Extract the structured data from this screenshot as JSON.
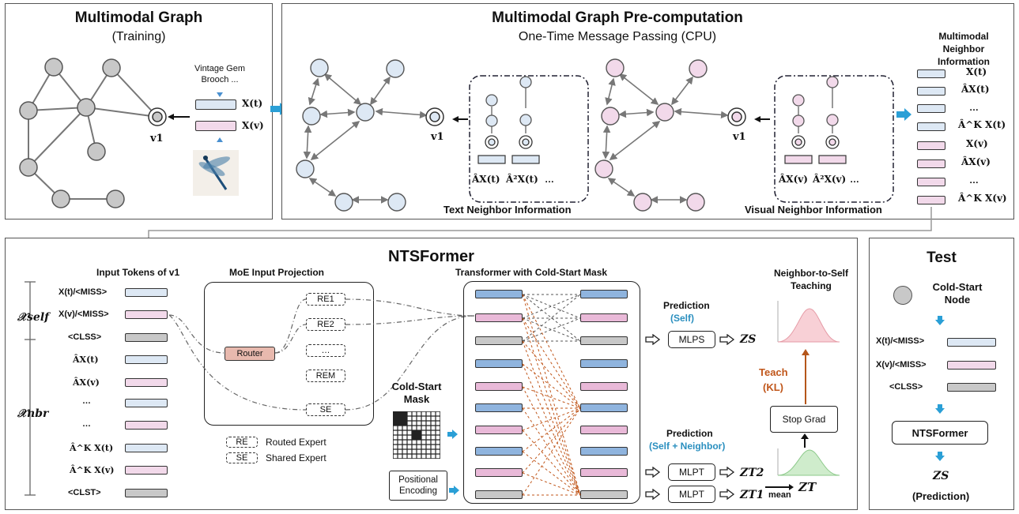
{
  "panel1": {
    "title": "Multimodal Graph",
    "subtitle": "(Training)",
    "text_snippet": "Vintage Gem Brooch ...",
    "node_label": "v1",
    "feat_text": "X(t)",
    "feat_visual": "X(v)",
    "image_icon": "dragonfly-image"
  },
  "panel2": {
    "title": "Multimodal Graph Pre-computation",
    "subtitle": "One-Time Message Passing (CPU)",
    "text_neighbor_label": "Text Neighbor Information",
    "visual_neighbor_label": "Visual Neighbor Information",
    "node_label_text": "v1",
    "node_label_visual": "v1",
    "text_feats": [
      "ÂX(t)",
      "Â²X(t)",
      "…"
    ],
    "visual_feats": [
      "ÂX(v)",
      "Â²X(v)",
      "…"
    ],
    "neighbor_info_title": "Multimodal Neighbor Information",
    "neighbor_list": [
      "X(t)",
      "ÂX(t)",
      "…",
      "Â^K X(t)",
      "X(v)",
      "ÂX(v)",
      "…",
      "Â^K X(v)"
    ]
  },
  "ntsformer": {
    "title": "NTSFormer",
    "input_tokens_title": "Input Tokens of v1",
    "x_self": "𝒳self",
    "x_nbr": "𝒳nbr",
    "tokens": [
      "X(t)/<MISS>",
      "X(v)/<MISS>",
      "<CLSS>",
      "ÂX(t)",
      "ÂX(v)",
      "…",
      "…",
      "Â^K X(t)",
      "Â^K X(v)",
      "<CLST>"
    ],
    "moe_title": "MoE Input Projection",
    "router": "Router",
    "experts": [
      "RE1",
      "RE2",
      "…",
      "REM",
      "SE"
    ],
    "legend_re_box": "RE",
    "legend_se_box": "SE",
    "legend_re": "Routed Expert",
    "legend_se": "Shared Expert",
    "transformer_title": "Transformer with Cold-Start Mask",
    "cold_start_mask": "Cold-Start Mask",
    "positional_encoding": "Positional Encoding",
    "prediction_self_title": "Prediction",
    "prediction_self_sub": "(Self)",
    "mlp_s": "MLPS",
    "z_s": "ZS",
    "prediction_nbr_title": "Prediction",
    "prediction_nbr_sub": "(Self + Neighbor)",
    "mlp_t1": "MLPT",
    "mlp_t2": "MLPT",
    "z_t2": "ZT2",
    "z_t1": "ZT1",
    "mean": "mean",
    "z_t": "ZT",
    "nts_title": "Neighbor-to-Self Teaching",
    "teach": "Teach",
    "kl": "(KL)",
    "stop_grad": "Stop Grad"
  },
  "test": {
    "title": "Test",
    "cold_start_node": "Cold-Start Node",
    "tokens": [
      "X(t)/<MISS>",
      "X(v)/<MISS>",
      "<CLSS>"
    ],
    "model": "NTSFormer",
    "z_s": "ZS",
    "prediction": "(Prediction)"
  },
  "colors": {
    "text_token": "#dde8f4",
    "visual_token": "#f2d9ea",
    "cls_token": "#c8c8c8",
    "arrow_blue": "#2a9fd6",
    "teach_orange": "#c0561a",
    "attention_orange": "#c0561a",
    "router_fill": "#e8b9ae"
  }
}
